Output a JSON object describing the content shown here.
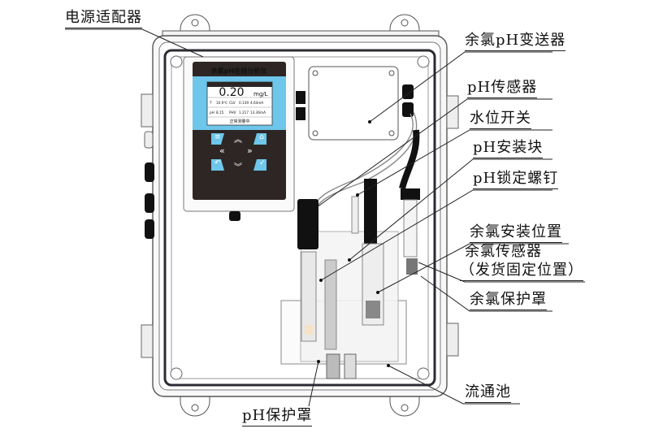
{
  "diagram": {
    "callouts": [
      {
        "id": "power-adapter",
        "text": "电源适配器"
      },
      {
        "id": "transmitter",
        "text": "余氯pH变送器"
      },
      {
        "id": "ph-sensor",
        "text": "pH传感器"
      },
      {
        "id": "water-level-switch",
        "text": "水位开关"
      },
      {
        "id": "ph-mount-block",
        "text": "pH安装块"
      },
      {
        "id": "ph-lock-screw",
        "text": "pH锁定螺钉"
      },
      {
        "id": "chlorine-mount-position",
        "text": "余氯安装位置"
      },
      {
        "id": "chlorine-sensor",
        "text": "余氯传感器",
        "text2": "（发货固定位置）"
      },
      {
        "id": "chlorine-guard",
        "text": "余氯保护罩"
      },
      {
        "id": "ph-guard",
        "text": "pH保护罩"
      },
      {
        "id": "flow-cell",
        "text": "流通池"
      }
    ]
  },
  "analyzer": {
    "title": "余氯pH在线分析仪",
    "main_value": "0.20",
    "main_unit": "mg/L",
    "table": [
      [
        "T",
        "10.9℃",
        "CLV",
        "0.139",
        "4.64mA"
      ],
      [
        "pH",
        "8.15",
        "PHV",
        "1.217",
        "13.36mA"
      ]
    ],
    "status": "正常测量中",
    "keys": [
      "menu-icon",
      "up-icon",
      "home-icon",
      "left-icon",
      "right-icon",
      "back-icon",
      "down-icon",
      "confirm-icon"
    ]
  },
  "colors": {
    "screen_blue": "#6ec6ea",
    "panel_dark": "#2d2624",
    "line": "#333333"
  }
}
